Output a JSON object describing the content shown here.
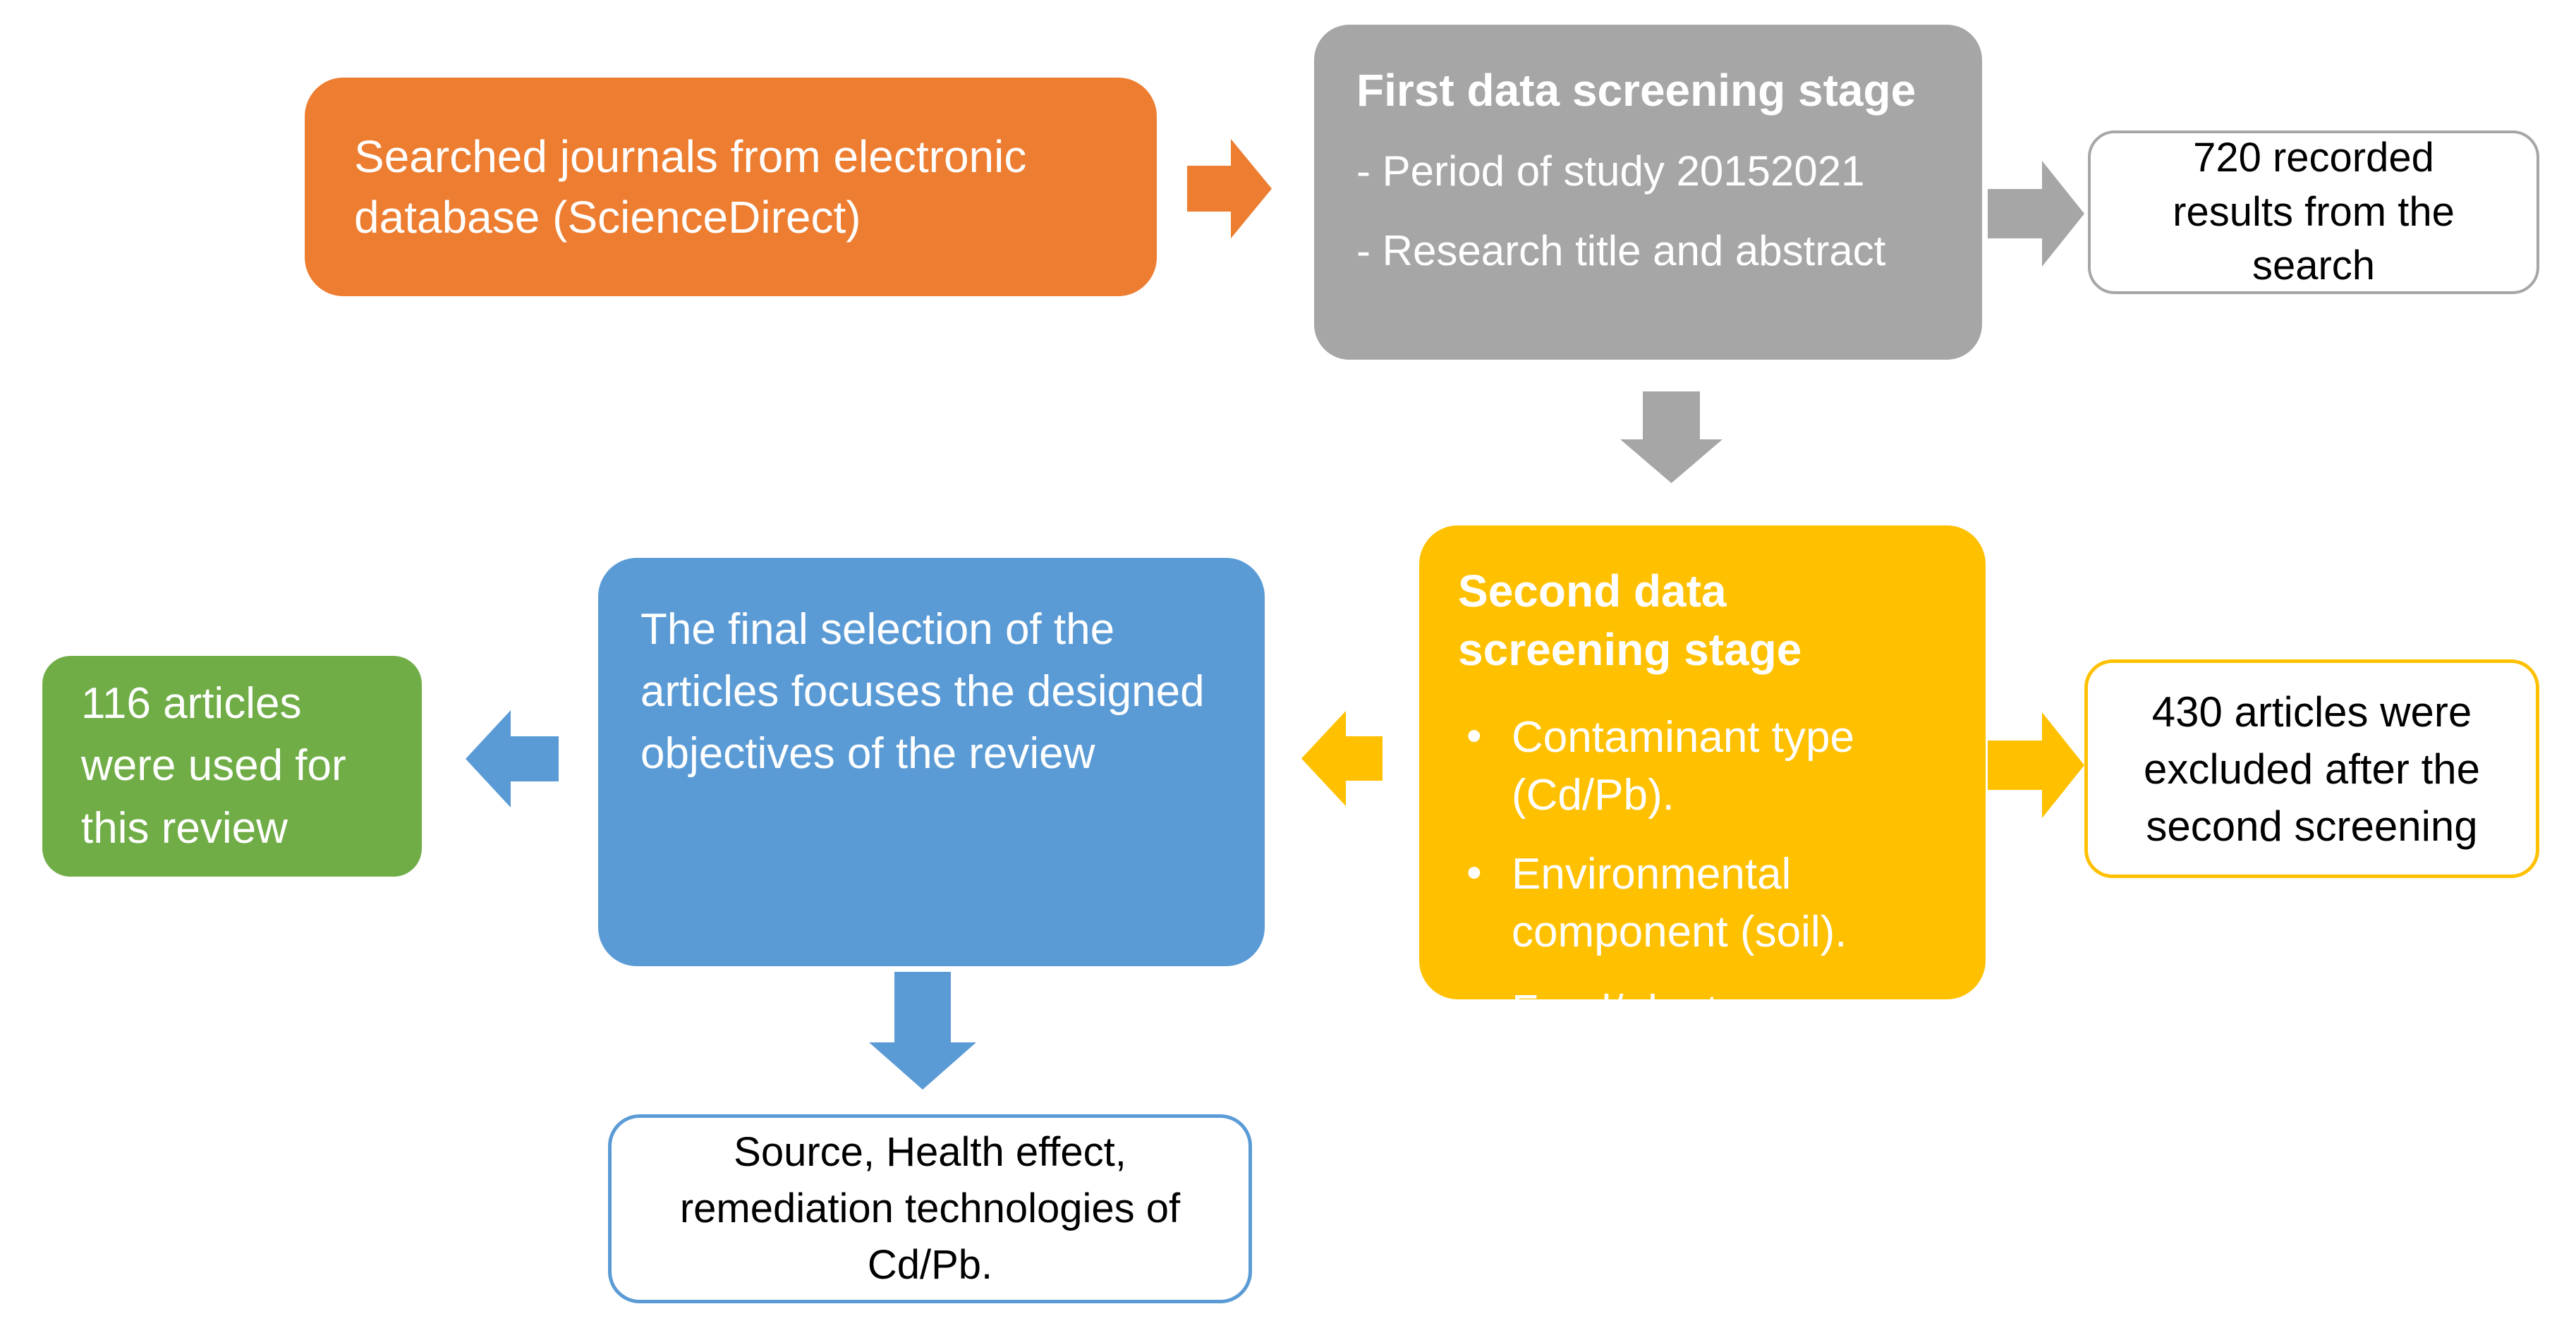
{
  "palette": {
    "orange": "#ED7D31",
    "gray": "#A6A6A6",
    "gold": "#FFC000",
    "blue": "#5B9BD5",
    "green": "#70AD47",
    "light_text": "#FFFFFF",
    "dark_text": "#000000",
    "background": "#FFFFFF"
  },
  "boxes": {
    "source": {
      "text": "Searched journals from electronic database (ScienceDirect)"
    },
    "first_screening": {
      "title": "First data screening stage",
      "items": [
        "- Period of study 20152021",
        "- Research title and abstract"
      ]
    },
    "recorded_results": {
      "text": "720 recorded results from the search"
    },
    "second_screening": {
      "title": "Second data screening stage",
      "bullets": [
        "Contaminant type (Cd/Pb).",
        "Environmental component (soil).",
        "Food/plant."
      ]
    },
    "excluded": {
      "text": "430 articles were excluded after the second screening"
    },
    "final_selection": {
      "text": "The final selection of the articles focuses the designed objectives of the review"
    },
    "used_for_review": {
      "text": "116 articles were used for this review"
    },
    "review_topics": {
      "text": "Source, Health effect, remediation technologies of Cd/Pb."
    }
  }
}
